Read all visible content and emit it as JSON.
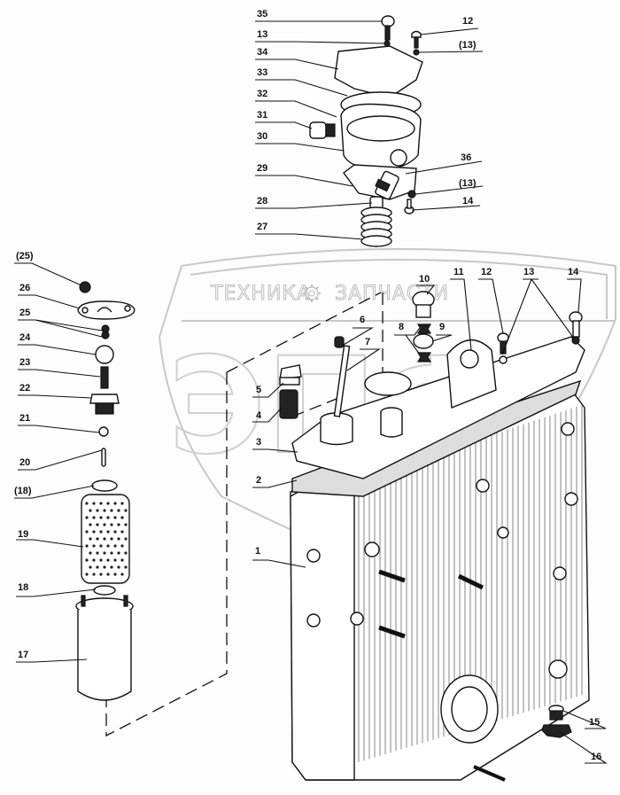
{
  "watermark": {
    "brand_left": "ТЕХНИКА",
    "brand_right": "ЗАПЧАСТИ",
    "gear_icon": "gear-icon",
    "big_letters": "ЭПФ"
  },
  "callouts": {
    "top_assembly": [
      {
        "id": "35"
      },
      {
        "id": "13"
      },
      {
        "id": "34"
      },
      {
        "id": "33"
      },
      {
        "id": "32"
      },
      {
        "id": "31"
      },
      {
        "id": "30"
      },
      {
        "id": "29"
      },
      {
        "id": "28"
      },
      {
        "id": "27"
      },
      {
        "id": "12"
      },
      {
        "id": "(13)"
      },
      {
        "id": "36"
      },
      {
        "id": "(13)"
      },
      {
        "id": "14"
      }
    ],
    "filter_assembly": [
      {
        "id": "(25)"
      },
      {
        "id": "26"
      },
      {
        "id": "25"
      },
      {
        "id": "24"
      },
      {
        "id": "23"
      },
      {
        "id": "22"
      },
      {
        "id": "21"
      },
      {
        "id": "20"
      },
      {
        "id": "(18)"
      },
      {
        "id": "19"
      },
      {
        "id": "18"
      },
      {
        "id": "17"
      }
    ],
    "housing_assembly": [
      {
        "id": "10"
      },
      {
        "id": "11"
      },
      {
        "id": "12"
      },
      {
        "id": "13"
      },
      {
        "id": "14"
      },
      {
        "id": "6"
      },
      {
        "id": "8"
      },
      {
        "id": "9"
      },
      {
        "id": "7"
      },
      {
        "id": "5"
      },
      {
        "id": "4"
      },
      {
        "id": "3"
      },
      {
        "id": "2"
      },
      {
        "id": "1"
      },
      {
        "id": "15"
      },
      {
        "id": "16"
      }
    ]
  }
}
